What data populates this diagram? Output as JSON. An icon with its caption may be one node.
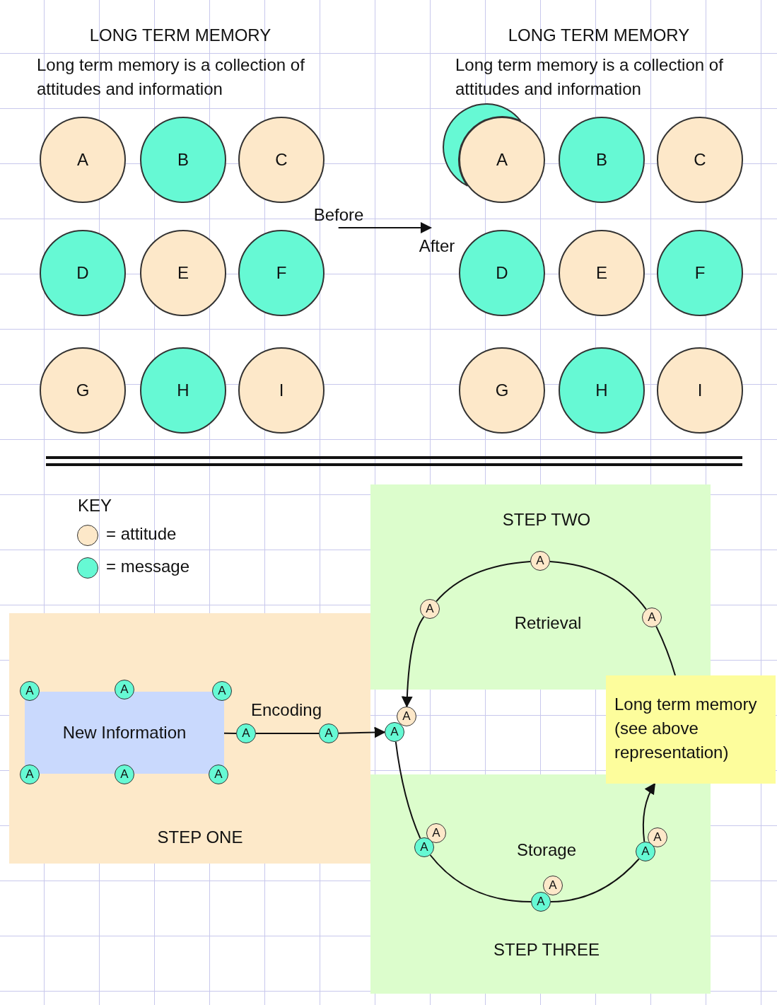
{
  "diagram": {
    "nodes": [
      {
        "text": [
          "A"
        ]
      },
      {
        "text": [
          "B"
        ]
      },
      {
        "text": [
          "C"
        ]
      },
      {
        "text": [
          "D"
        ]
      },
      {
        "text": [
          "E"
        ]
      },
      {
        "text": [
          "F"
        ]
      },
      {
        "text": [
          "G"
        ]
      },
      {
        "text": [
          "H"
        ]
      },
      {
        "text": [
          "I"
        ]
      },
      {
        "text": [],
        "shape": "circle"
      },
      {
        "text": [
          "A"
        ]
      },
      {
        "text": [
          "B"
        ]
      },
      {
        "text": [
          "C"
        ]
      },
      {
        "text": [
          "D"
        ]
      },
      {
        "text": [
          "E"
        ]
      },
      {
        "text": [
          "F"
        ]
      },
      {
        "text": [
          "G"
        ]
      },
      {
        "text": [
          "H"
        ]
      },
      {
        "text": [
          "I"
        ]
      },
      {
        "text": [
          "Before"
        ]
      },
      {
        "text": [
          "After"
        ]
      },
      {
        "text": [
          "STEP TWO",
          "Retrieval"
        ]
      },
      {
        "text": [
          "A"
        ],
        "in": 21
      },
      {
        "text": [
          "A"
        ],
        "in": 21
      },
      {
        "text": [
          "A"
        ],
        "in": 21
      },
      {
        "text": [
          "STEP ONE"
        ]
      },
      {
        "text": [
          "A"
        ],
        "in": 25
      },
      {
        "text": [
          "A"
        ],
        "in": 25
      },
      {
        "text": [
          "A"
        ],
        "in": 25
      },
      {
        "text": [
          "New Information"
        ],
        "in": 25
      },
      {
        "text": [
          "A"
        ],
        "in": 25
      },
      {
        "text": [
          "A"
        ],
        "in": 25
      },
      {
        "text": [
          "A"
        ],
        "in": 25
      },
      {
        "text": [
          "A"
        ],
        "in": 25
      },
      {
        "text": [
          "A"
        ],
        "in": 25
      },
      {
        "text": [
          "Long term memory (see above representation)"
        ]
      },
      {
        "text": [
          "A"
        ]
      },
      {
        "text": [
          "A"
        ]
      },
      {
        "text": [
          "Storage",
          "STEP THREE"
        ]
      },
      {
        "text": [
          "A"
        ],
        "in": 38
      },
      {
        "text": [
          "A"
        ],
        "in": 38
      },
      {
        "text": [
          "A"
        ],
        "in": 38
      },
      {
        "text": [
          "A"
        ],
        "in": 38
      },
      {
        "text": [
          "A"
        ],
        "in": 38
      },
      {
        "text": [
          "A"
        ],
        "in": 38
      }
    ],
    "edges": [
      {
        "from": 19,
        "to": 20,
        "arrow": "to"
      },
      {
        "from": 29,
        "to": 30,
        "arrow": "none"
      },
      {
        "from": 30,
        "to": 31,
        "arrow": "none",
        "label": "Encoding"
      },
      {
        "from": 31,
        "to": 37,
        "arrow": "to"
      },
      {
        "from": 35,
        "to": 24,
        "arrow": "none"
      },
      {
        "from": 24,
        "to": 22,
        "arrow": "none"
      },
      {
        "from": 22,
        "to": 23,
        "arrow": "none"
      },
      {
        "from": 23,
        "to": 36,
        "arrow": "to"
      },
      {
        "from": 37,
        "to": 40,
        "arrow": "none"
      },
      {
        "from": 40,
        "to": 44,
        "arrow": "none"
      },
      {
        "from": 44,
        "to": 42,
        "arrow": "none"
      },
      {
        "from": 42,
        "to": 35,
        "arrow": "to"
      }
    ],
    "labels": [
      "LONG TERM MEMORY",
      "Long term memory is a collection of attitudes and information",
      "LONG TERM MEMORY",
      "Long term memory is a collection of attitudes and information",
      "KEY"
    ],
    "legend": [
      {
        "text": "= attitude",
        "color": "#fde8c9"
      },
      {
        "text": "= message",
        "color": "#66f9d4"
      }
    ]
  }
}
